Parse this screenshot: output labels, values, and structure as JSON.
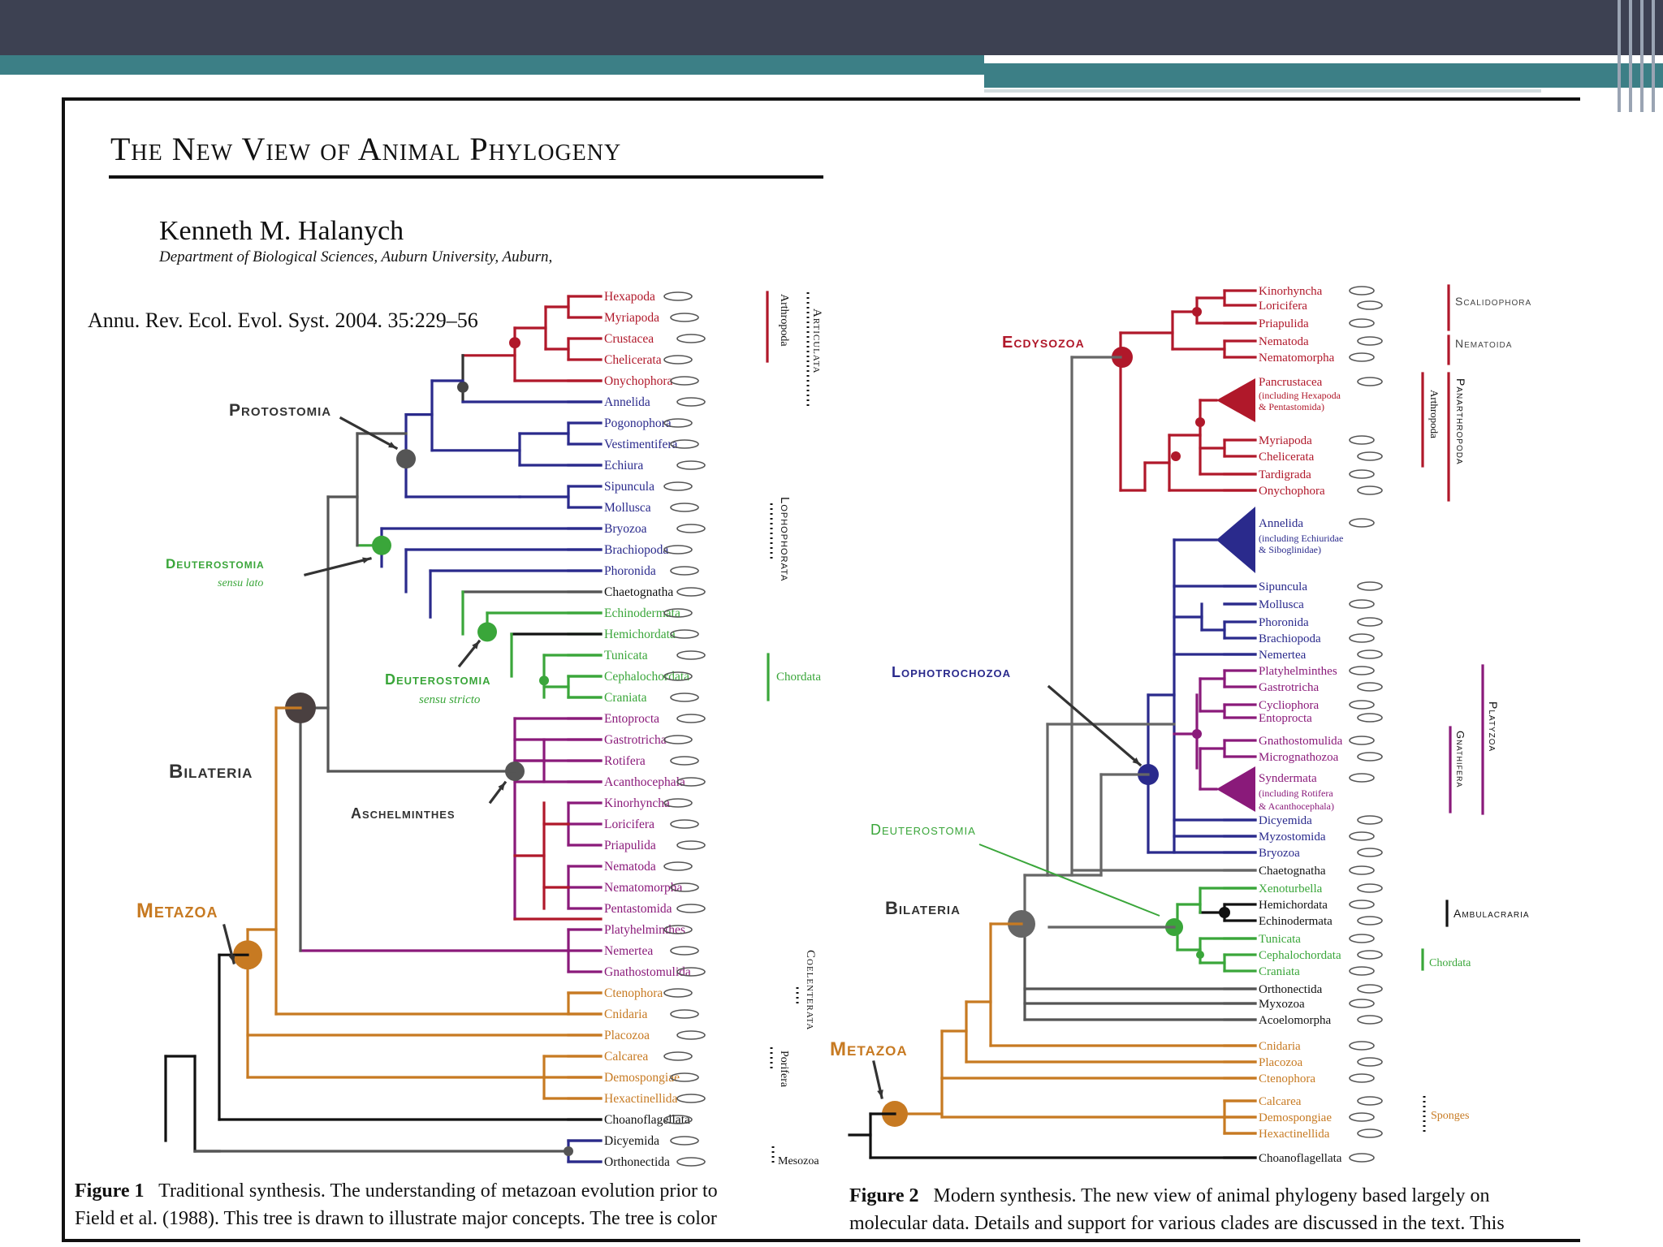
{
  "header": {
    "title": "The New View of Animal Phylogeny",
    "author": "Kenneth M. Halanych",
    "affiliation": "Department of Biological Sciences, Auburn University, Auburn,",
    "citation": "Annu. Rev. Ecol. Evol. Syst. 2004. 35:229–56"
  },
  "fig1": {
    "caption_label": "Figure 1",
    "caption_line1": "Traditional synthesis. The understanding of metazoan evolution prior to",
    "caption_line2": "Field et al. (1988). This tree is drawn to illustrate major concepts. The tree is color",
    "labels": {
      "protostomia": "Protostomia",
      "deuterostomia": "Deuterostomia",
      "deut_sensu_lato": "sensu lato",
      "deut_stricta": "Deuterostomia",
      "deut_sensu_stricto": "sensu stricto",
      "bilateria": "Bilateria",
      "aschelminthes": "Aschelminthes",
      "metazoa": "Metazoa"
    },
    "groups": {
      "articulata": "Articulata",
      "arthropoda": "Arthropoda",
      "lophophorata": "Lophophorata",
      "chordata": "Chordata",
      "coelenterata": "Coelenterata",
      "porifera": "Porifera",
      "mesozoa": "Mesozoa"
    },
    "taxa": [
      "Hexapoda",
      "Myriapoda",
      "Crustacea",
      "Chelicerata",
      "Onychophora",
      "Annelida",
      "Pogonophora",
      "Vestimentifera",
      "Echiura",
      "Sipuncula",
      "Mollusca",
      "Bryozoa",
      "Brachiopoda",
      "Phoronida",
      "Chaetognatha",
      "Echinodermata",
      "Hemichordata",
      "Tunicata",
      "Cephalochordata",
      "Craniata",
      "Entoprocta",
      "Gastrotricha",
      "Rotifera",
      "Acanthocephala",
      "Kinorhyncha",
      "Loricifera",
      "Priapulida",
      "Nematoda",
      "Nematomorpha",
      "Pentastomida",
      "Platyhelminthes",
      "Nemertea",
      "Gnathostomulida",
      "Ctenophora",
      "Cnidaria",
      "Placozoa",
      "Calcarea",
      "Demospongiae",
      "Hexactinellida",
      "Choanoflagellata",
      "Dicyemida",
      "Orthonectida"
    ]
  },
  "fig2": {
    "caption_label": "Figure 2",
    "caption_line1": "Modern synthesis. The new view of animal phylogeny based largely on",
    "caption_line2": "molecular data. Details and support for various clades are discussed in the text. This",
    "labels": {
      "ecdysozoa": "Ecdysozoa",
      "lophotrochozoa": "Lophotrochozoa",
      "deuterostomia": "Deuterostomia",
      "bilateria": "Bilateria",
      "metazoa": "Metazoa"
    },
    "groups": {
      "scalidophora": "Scalidophora",
      "nematoida": "Nematoida",
      "arthropoda": "Arthropoda",
      "panarthropoda": "Panarthropoda",
      "platyzoa": "Platyzoa",
      "gnathifera": "Gnathifera",
      "ambulacraria": "Ambulacraria",
      "chordata": "Chordata",
      "sponges": "Sponges"
    },
    "taxa": [
      "Kinorhyncha",
      "Loricifera",
      "Priapulida",
      "Nematoda",
      "Nematomorpha",
      "Pancrustacea",
      "(including Hexapoda",
      "& Pentastomida)",
      "Myriapoda",
      "Chelicerata",
      "Tardigrada",
      "Onychophora",
      "Annelida",
      "(including Echiuridae",
      "& Siboglinidae)",
      "Sipuncula",
      "Mollusca",
      "Phoronida",
      "Brachiopoda",
      "Nemertea",
      "Platyhelminthes",
      "Gastrotricha",
      "Cycliophora",
      "Entoprocta",
      "Gnathostomulida",
      "Micrognathozoa",
      "Syndermata",
      "(including Rotifera",
      "& Acanthocephala)",
      "Dicyemida",
      "Myzostomida",
      "Bryozoa",
      "Chaetognatha",
      "Xenoturbella",
      "Hemichordata",
      "Echinodermata",
      "Tunicata",
      "Cephalochordata",
      "Craniata",
      "Orthonectida",
      "Myxozoa",
      "Acoelomorpha",
      "Cnidaria",
      "Placozoa",
      "Ctenophora",
      "Calcarea",
      "Demospongiae",
      "Hexactinellida",
      "Choanoflagellata"
    ]
  },
  "colors": {
    "red": "#b0182a",
    "navy": "#2a2a8c",
    "green": "#3aa63a",
    "purple": "#8a1a7a",
    "orange": "#c77a22",
    "gray": "#6a6a6a",
    "black": "#111111",
    "banner": "#3d4152",
    "teal": "#3c7f86"
  }
}
